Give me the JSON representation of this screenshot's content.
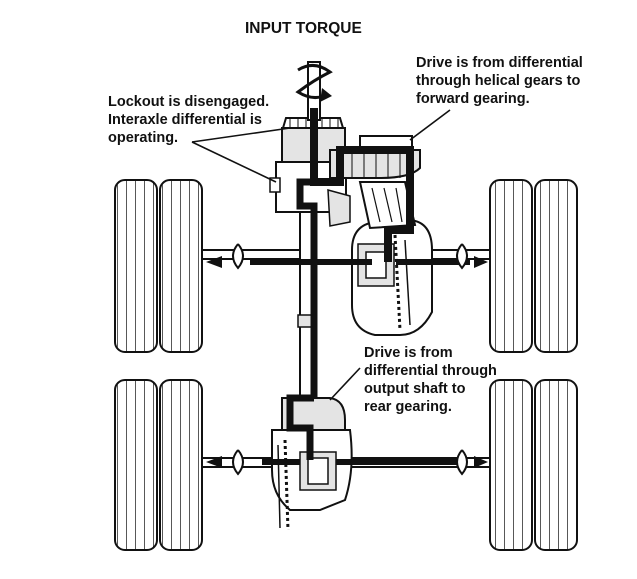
{
  "diagram": {
    "title": "INPUT TORQUE",
    "callouts": {
      "lockout": {
        "lines": [
          "Lockout is disengaged.",
          "Interaxle differential is",
          "operating."
        ]
      },
      "forward": {
        "lines": [
          "Drive is from differential",
          "through helical gears to",
          "forward gearing."
        ]
      },
      "rear": {
        "lines": [
          "Drive is from",
          "differential through",
          "output shaft to",
          "rear gearing."
        ]
      }
    },
    "colors": {
      "ink": "#111111",
      "paper": "#ffffff",
      "fill": "#e4e4e4"
    }
  }
}
